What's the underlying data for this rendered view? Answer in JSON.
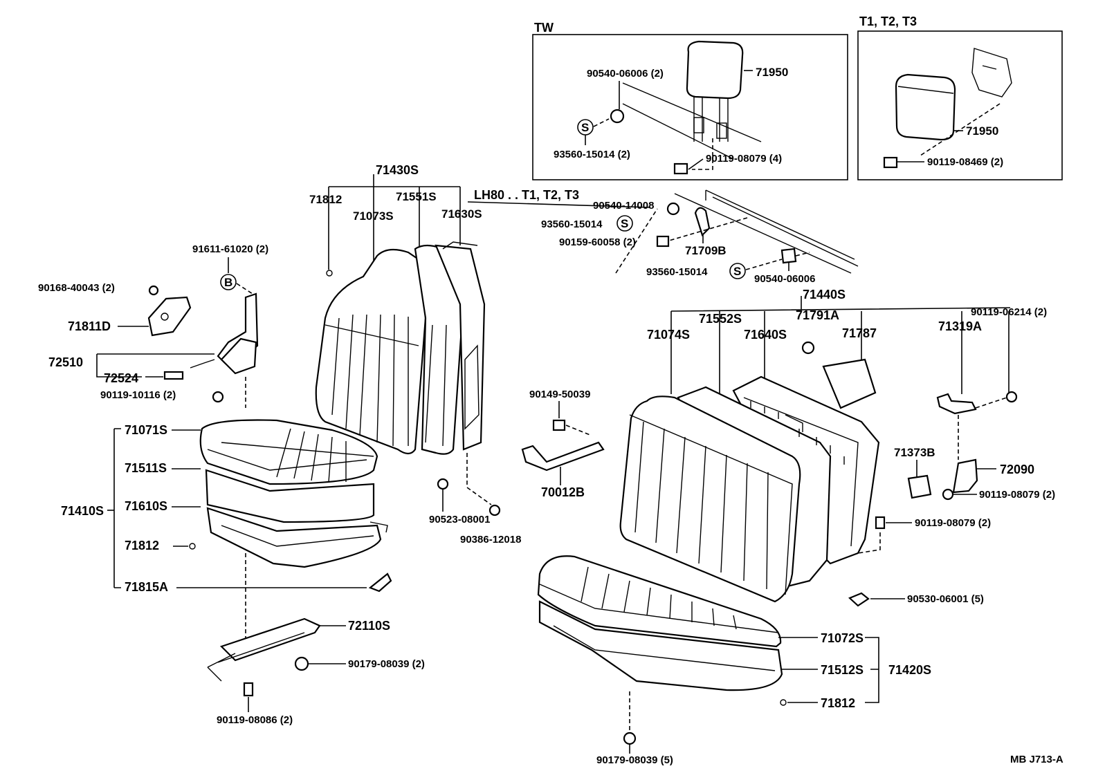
{
  "boxes": {
    "tw": "TW",
    "t123": "T1, T2, T3"
  },
  "lh80_label": "LH80 . . T1, T2, T3",
  "footer_code": "MB  J713-A",
  "callouts": {
    "s_symbol": "S",
    "b_symbol": "B",
    "p71950_a": "71950",
    "p90540_06006_2": "90540-06006 (2)",
    "p93560_15014_2_a": "93560-15014 (2)",
    "p90119_08079_4": "90119-08079 (4)",
    "p71950_b": "71950",
    "p90119_08469_2": "90119-08469 (2)",
    "p71430S": "71430S",
    "p71812_a": "71812",
    "p71073S": "71073S",
    "p71551S": "71551S",
    "p71630S": "71630S",
    "p90540_14008": "90540-14008",
    "p93560_15014_b": "93560-15014",
    "p90159_60058_2": "90159-60058 (2)",
    "p71709B": "71709B",
    "p93560_15014_c": "93560-15014",
    "p90540_06006": "90540-06006",
    "p91611_61020_2": "91611-61020 (2)",
    "p90168_40043_2": "90168-40043 (2)",
    "p71811D": "71811D",
    "p72510": "72510",
    "p72524": "72524",
    "p90119_10116_2": "90119-10116 (2)",
    "p71071S": "71071S",
    "p71511S": "71511S",
    "p71410S": "71410S",
    "p71610S": "71610S",
    "p71812_b": "71812",
    "p71815A": "71815A",
    "p72110S": "72110S",
    "p90179_08039_2": "90179-08039 (2)",
    "p90119_08086_2": "90119-08086 (2)",
    "p90149_50039": "90149-50039",
    "p70012B": "70012B",
    "p90523_08001": "90523-08001",
    "p90386_12018": "90386-12018",
    "p71440S": "71440S",
    "p71074S": "71074S",
    "p71552S": "71552S",
    "p71640S": "71640S",
    "p71791A": "71791A",
    "p71787": "71787",
    "p90119_06214_2": "90119-06214 (2)",
    "p71319A": "71319A",
    "p71373B": "71373B",
    "p72090": "72090",
    "p90119_08079_2_a": "90119-08079 (2)",
    "p90119_08079_2_b": "90119-08079 (2)",
    "p90530_06001_5": "90530-06001 (5)",
    "p71072S": "71072S",
    "p71512S": "71512S",
    "p71420S": "71420S",
    "p71812_c": "71812",
    "p90179_08039_5": "90179-08039 (5)"
  }
}
